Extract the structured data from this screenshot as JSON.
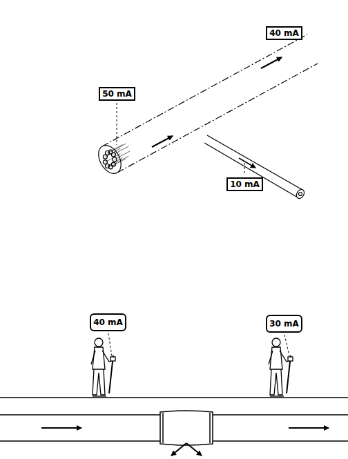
{
  "diagram": {
    "nodes": [
      {
        "text": [
          "40 mA"
        ]
      },
      {
        "text": [
          "50 mA"
        ]
      },
      {
        "text": [
          "10 mA"
        ]
      },
      {
        "text": [
          "40 mA"
        ]
      },
      {
        "text": [
          "30 mA"
        ]
      }
    ]
  }
}
